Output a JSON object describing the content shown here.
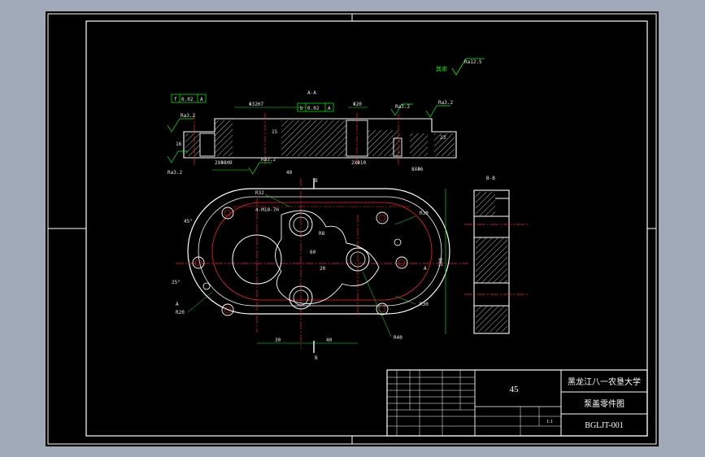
{
  "drawing": {
    "section_title": "A-A",
    "section_view_b": "B-B",
    "roughness_general": "Ra12.5",
    "roughness_marks": [
      "Ra3.2",
      "Ra3.2",
      "Ra3.2",
      "Ra3.2",
      "Ra3.2"
    ],
    "tolerance_frame_1": {
      "symbol": "f",
      "value": "0.02",
      "datum": "A"
    },
    "tolerance_frame_2": {
      "symbol": "b",
      "value": "0.02",
      "datum": "A"
    },
    "dims": {
      "d1": "Φ32H7",
      "d2": "Φ20",
      "d3": "2XΦ8H9",
      "d4": "8XΦ6",
      "d5": "2XΦ10",
      "d6": "R32",
      "d7": "R30",
      "d8": "R30",
      "d9": "R8",
      "d10": "R20",
      "d11": "R40",
      "d12": "30",
      "d13": "40",
      "d14": "20",
      "d15": "100",
      "d16": "60",
      "d17": "25°",
      "d18": "45°",
      "d19": "4-M10-7H",
      "d20": "23",
      "d21": "15",
      "d22": "16"
    },
    "section_markers": {
      "b_top": "B",
      "b_bottom": "B",
      "a_right": "A",
      "a_left": "A"
    }
  },
  "title_block": {
    "material": "45",
    "university": "黑龙江八一农垦大学",
    "part_name": "泵盖零件图",
    "drawing_no": "BGLJT-001",
    "scale": "1:1"
  },
  "colors": {
    "background": "#000000",
    "outline": "#ffffff",
    "centerline": "#ff2020",
    "dimension": "#00ff00",
    "hatch": "#e8e8e8",
    "title_text": "#ffffff",
    "workspace": "#9fa9b8"
  }
}
